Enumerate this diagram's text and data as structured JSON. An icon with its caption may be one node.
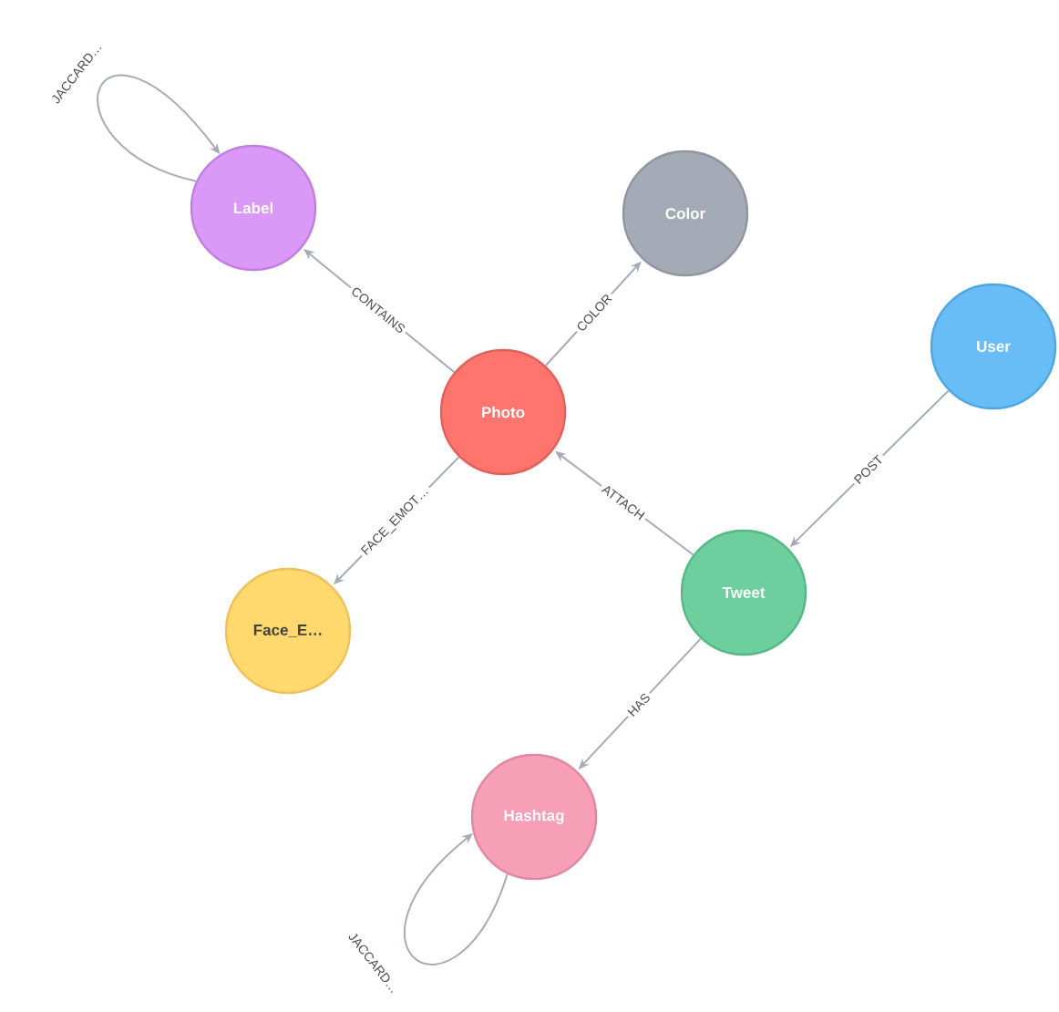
{
  "diagram": {
    "nodes": [
      {
        "text": [
          "Label"
        ]
      },
      {
        "text": [
          "Color"
        ]
      },
      {
        "text": [
          "User"
        ]
      },
      {
        "text": [
          "Photo"
        ]
      },
      {
        "text": [
          "Tweet"
        ]
      },
      {
        "text": [
          "Face_E…"
        ]
      },
      {
        "text": [
          "Hashtag"
        ]
      }
    ],
    "edges": [
      {
        "from": 0,
        "to": 0,
        "arrow": "to",
        "label": "JACCARD…"
      },
      {
        "from": 3,
        "to": 0,
        "arrow": "to",
        "label": "CONTAINS"
      },
      {
        "from": 3,
        "to": 1,
        "arrow": "to",
        "label": "COLOR"
      },
      {
        "from": 2,
        "to": 4,
        "arrow": "to",
        "label": "POST"
      },
      {
        "from": 4,
        "to": 3,
        "arrow": "to",
        "label": "ATTACH"
      },
      {
        "from": 3,
        "to": 5,
        "arrow": "to",
        "label": "FACE_EMOT…"
      },
      {
        "from": 4,
        "to": 6,
        "arrow": "to",
        "label": "HAS"
      },
      {
        "from": 6,
        "to": 6,
        "arrow": "to",
        "label": "JACCARD…"
      }
    ]
  }
}
